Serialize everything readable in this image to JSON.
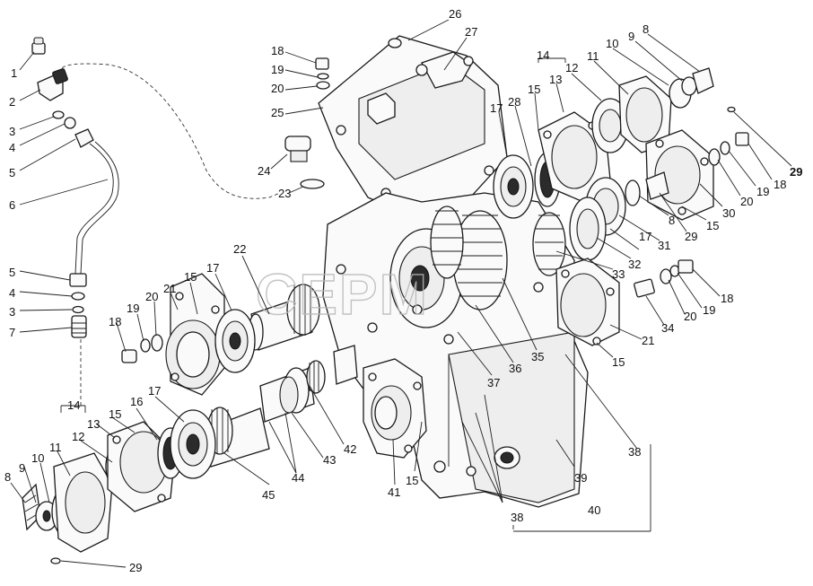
{
  "watermark": "CEPM",
  "labels": {
    "l1": "1",
    "l2": "2",
    "l3a": "3",
    "l4a": "4",
    "l5a": "5",
    "l6": "6",
    "l5b": "5",
    "l4b": "4",
    "l3b": "3",
    "l7": "7",
    "l14a": "14",
    "l13a": "13",
    "l15a": "15",
    "l16": "16",
    "l17a": "17",
    "l12a": "12",
    "l11a": "11",
    "l10a": "10",
    "l9a": "9",
    "l8a": "8",
    "l29a": "29",
    "l18a": "18",
    "l19a": "19",
    "l20a": "20",
    "l21a": "21",
    "l15b": "15",
    "l17b": "17",
    "l22": "22",
    "l45": "45",
    "l44": "44",
    "l43": "43",
    "l42": "42",
    "l41": "41",
    "l15c": "15",
    "l38a": "38",
    "l40": "40",
    "l39": "39",
    "l38b": "38",
    "l37": "37",
    "l36": "36",
    "l35": "35",
    "l26": "26",
    "l27": "27",
    "l18b": "18",
    "l19b": "19",
    "l20b": "20",
    "l25": "25",
    "l24": "24",
    "l23": "23",
    "l14b": "14",
    "l13b": "13",
    "l12b": "12",
    "l15d": "15",
    "l28": "28",
    "l17c": "17",
    "l11b": "11",
    "l10b": "10",
    "l9b": "9",
    "l8b": "8",
    "l29b": "29",
    "l18c": "18",
    "l19c": "19",
    "l20c": "20",
    "l30": "30",
    "l15e": "15",
    "l29c": "29",
    "l8c": "8",
    "l31": "31",
    "l17d": "17",
    "l32": "32",
    "l33": "33",
    "l18d": "18",
    "l19d": "19",
    "l20d": "20",
    "l34": "34",
    "l21b": "21",
    "l15f": "15"
  }
}
